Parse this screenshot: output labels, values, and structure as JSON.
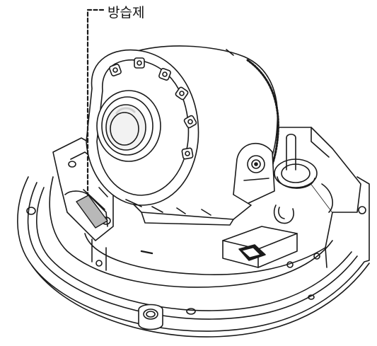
{
  "callout": {
    "label": "방습제"
  },
  "colors": {
    "stroke": "#1a1a1a",
    "fill": "#ffffff",
    "shade": "#cfcfcf",
    "desiccant": "#b8b8b8"
  },
  "icons": {
    "camera": "dome-camera-illustration",
    "desiccant": "desiccant-pack"
  }
}
